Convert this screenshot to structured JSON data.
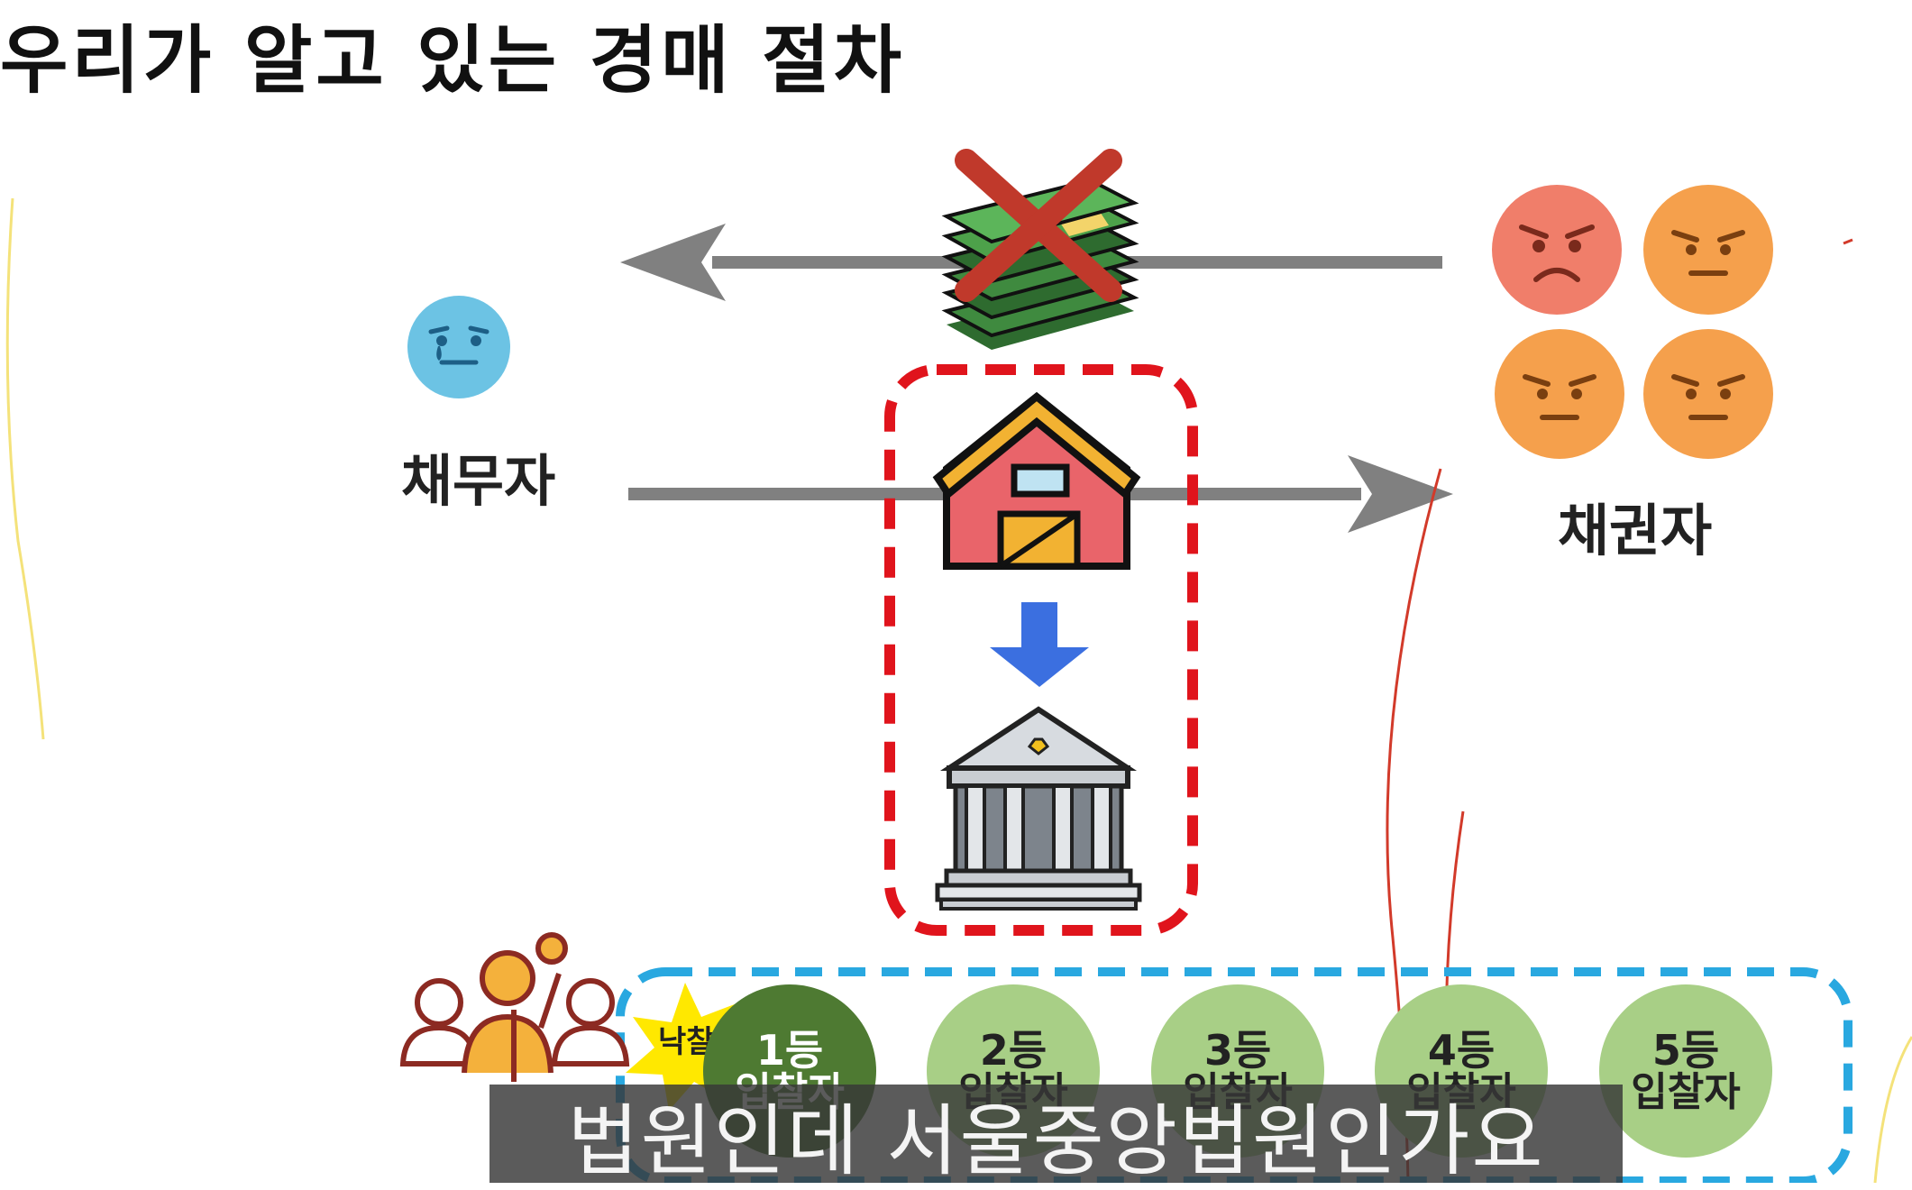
{
  "title": "우리가 알고 있는 경매 절차",
  "debtor": {
    "label": "채무자"
  },
  "creditor": {
    "label": "채권자"
  },
  "winning_tag": "낙찰",
  "bidders": [
    {
      "rank": "1등",
      "role": "입찰자"
    },
    {
      "rank": "2등",
      "role": "입찰자"
    },
    {
      "rank": "3등",
      "role": "입찰자"
    },
    {
      "rank": "4등",
      "role": "입찰자"
    },
    {
      "rank": "5등",
      "role": "입찰자"
    }
  ],
  "subtitle": "법원인데 서울중앙법원인가요",
  "colors": {
    "arrow_gray": "#808080",
    "red_dash": "#e0141c",
    "blue_dash": "#29a8e0",
    "debtor_face": "#6cc3e4",
    "creditor_face_red": "#f07e6a",
    "creditor_face_orange": "#f5a04c",
    "bidder_light": "#a8cf86",
    "bidder_dark": "#4e7a32",
    "down_arrow": "#3b6fe0",
    "star": "#ffe800"
  },
  "icons": {
    "debtor": "sad-face-icon",
    "creditors": "angry-face-icon",
    "money": "money-stack-icon",
    "cross": "cross-mark-icon",
    "house": "house-icon",
    "court": "courthouse-icon",
    "crowd": "bidding-crowd-icon",
    "star": "star-badge-icon"
  }
}
